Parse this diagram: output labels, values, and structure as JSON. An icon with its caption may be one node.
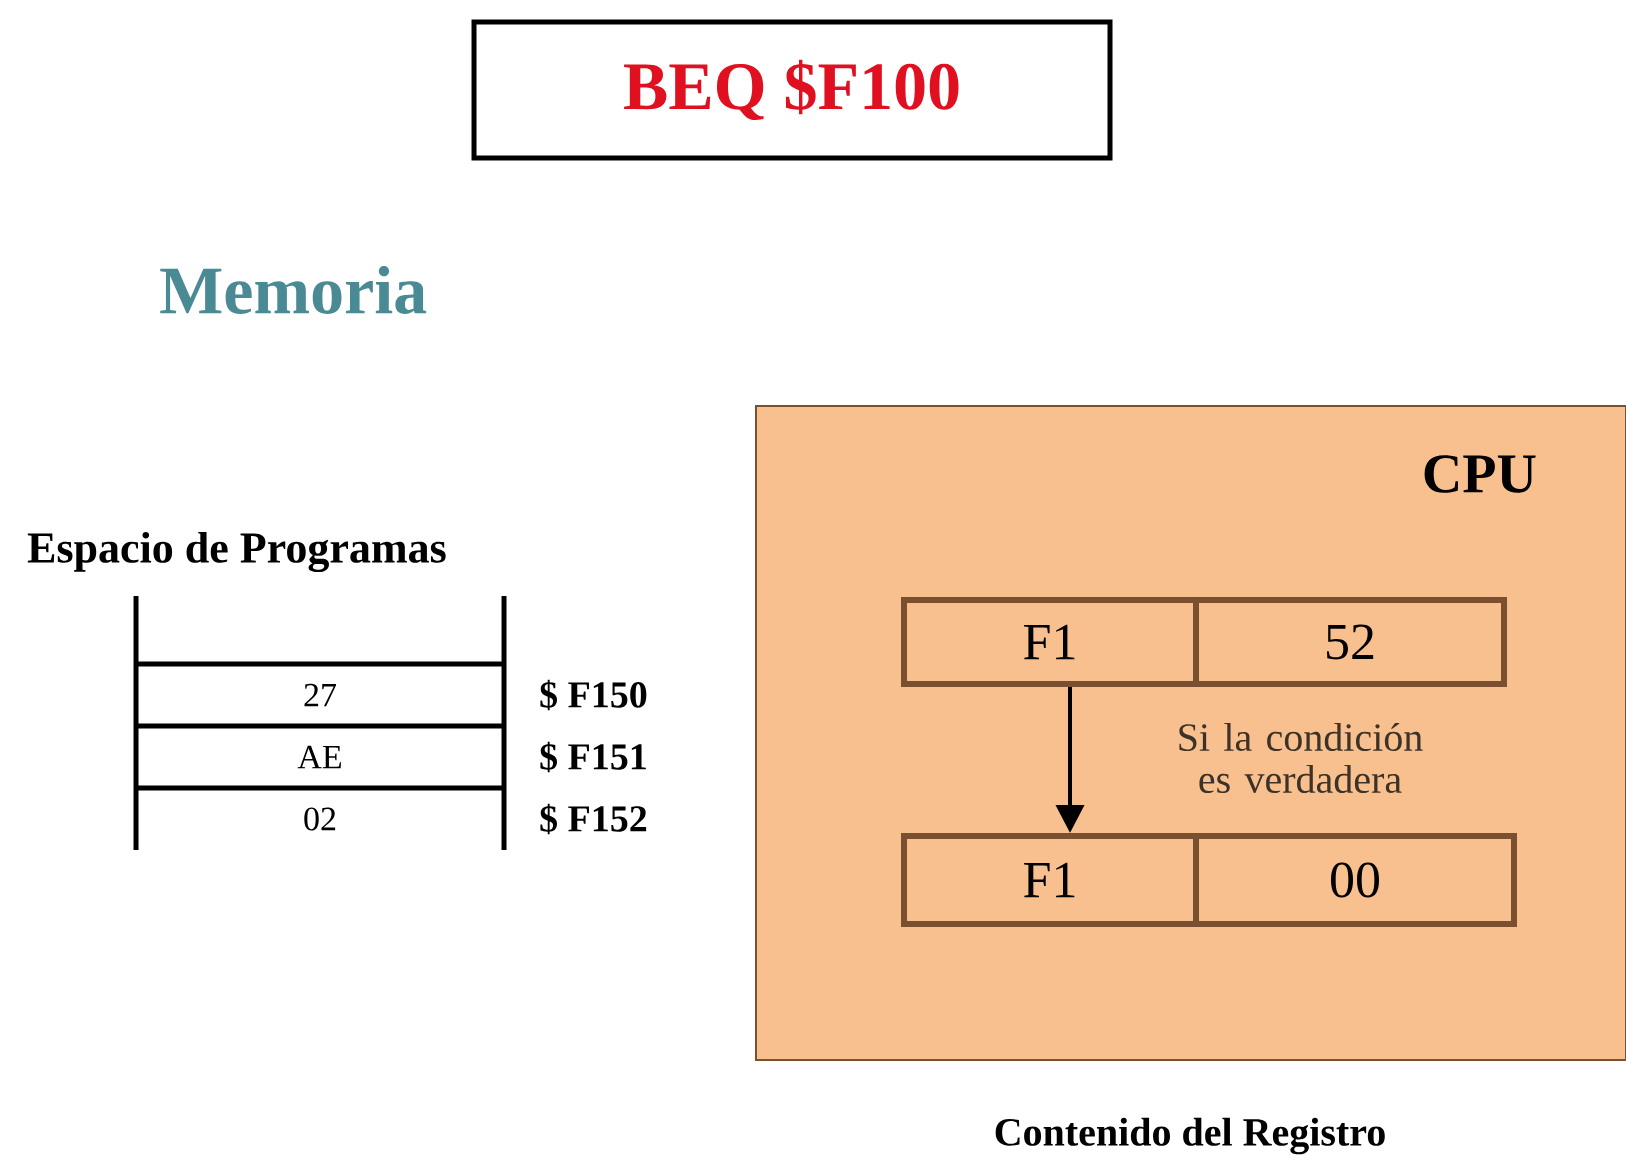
{
  "diagram": {
    "title": "BEQ $F100",
    "nodes": [
      {
        "text": [
          "27"
        ],
        "beside": [
          "$ F150"
        ]
      },
      {
        "text": [
          "AE"
        ],
        "beside": [
          "$ F151"
        ]
      },
      {
        "text": [
          "02"
        ],
        "beside": [
          "$ F152"
        ]
      },
      {
        "text": [
          "CPU"
        ]
      },
      {
        "text": [
          "F1"
        ],
        "in": 3
      },
      {
        "text": [
          "52"
        ],
        "in": 3
      },
      {
        "text": [
          "F1"
        ],
        "in": 3
      },
      {
        "text": [
          "00"
        ],
        "in": 3
      }
    ],
    "edges": [
      {
        "from": 4,
        "to": 6,
        "arrow": "to",
        "label": "Si la condición es verdadera"
      }
    ],
    "labels": [
      "Memoria",
      "Espacio de Programas",
      "Contenido del Registro"
    ]
  }
}
